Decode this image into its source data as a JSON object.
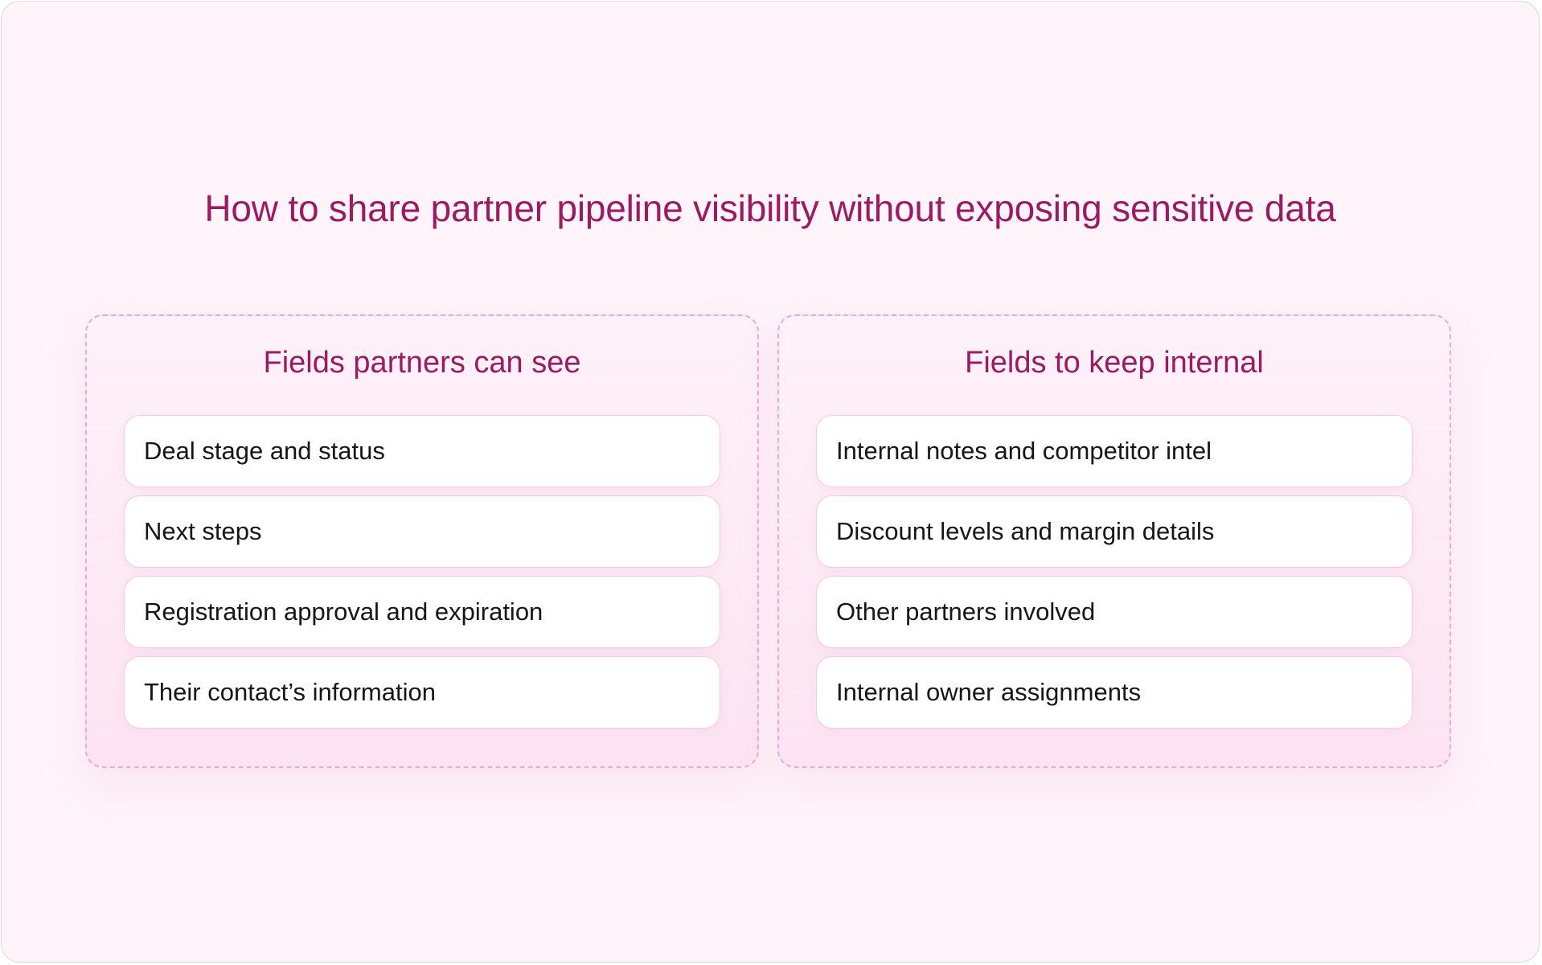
{
  "title": "How to share partner pipeline visibility without exposing sensitive data",
  "columns": [
    {
      "heading": "Fields partners can see",
      "items": [
        "Deal stage and status",
        "Next steps",
        "Registration approval and expiration",
        "Their contact’s information"
      ]
    },
    {
      "heading": "Fields to keep internal",
      "items": [
        "Internal notes and competitor intel",
        "Discount levels and margin details",
        "Other partners involved",
        "Internal owner assignments"
      ]
    }
  ],
  "colors": {
    "accent": "#9b1b63",
    "background": "#fff4fa",
    "dashed_border": "#f2a8d5",
    "item_border": "#f7c8e2"
  }
}
